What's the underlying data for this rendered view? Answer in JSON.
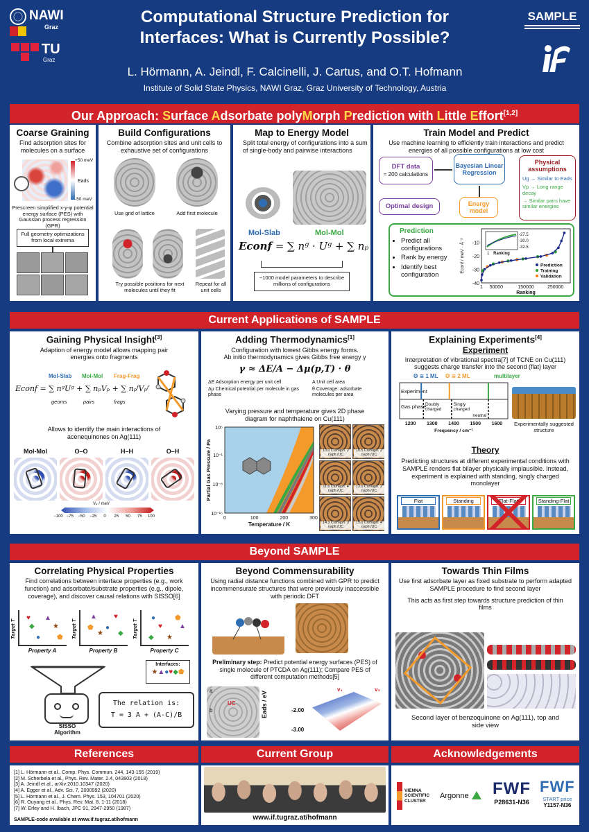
{
  "header": {
    "title": "Computational Structure Prediction for Interfaces: What is Currently Possible?",
    "authors": "L. Hörmann, A. Jeindl, F. Calcinelli, J. Cartus, and O.T. Hofmann",
    "institute": "Institute of Solid State Physics, NAWI Graz, Graz University of Technology, Austria",
    "logo_nawi": "NAWI",
    "logo_nawi_sub": "Graz",
    "logo_tu": "TU",
    "logo_tu_sub": "Graz",
    "logo_sample": "SAMPLE"
  },
  "approach": {
    "band_prefix": "Our Approach: ",
    "band_parts": [
      "S",
      "urface ",
      "A",
      "dsorbate poly",
      "M",
      "orph ",
      "P",
      "rediction with ",
      "L",
      "ittle ",
      "E",
      "ffort"
    ],
    "band_sup": "[1,2]",
    "coarse": {
      "title": "Coarse Graining",
      "text": "Find adsorption sites for molecules on a surface",
      "scale_top": "+50 meV",
      "scale_bottom": "-50 meV",
      "scale_label": "Eads",
      "caption": "Prescreen simplified x-y-φ potential energy surface (PES) with Gaussian process regression (GPR)",
      "box": "Full geometry optimizations from local extrema"
    },
    "build": {
      "title": "Build Configurations",
      "text": "Combine adsorption sites and unit cells to exhaustive set of configurations",
      "cap1": "Use grid of lattice",
      "cap2": "Add first molecule",
      "cap3": "Try possible positions for next molecules until they fit",
      "cap4": "Repeat for all unit cells"
    },
    "map": {
      "title": "Map to Energy Model",
      "text": "Split total energy of configurations into a sum of single-body and pairwise interactions",
      "mol_slab": "Mol-Slab",
      "mol_mol": "Mol-Mol",
      "eq_lhs": "Econf",
      "eq_rhs": "= ∑ nᵍ · Uᵍ + ∑ nₚ · Vₚ",
      "box": "~1000 model parameters to describe millions of configurations"
    },
    "train": {
      "title": "Train Model and Predict",
      "text": "Use machine learning to efficiently train interactions and predict energies of all possible configurations at low cost",
      "dft": "DFT data",
      "dft_sub": "≈ 200 calculations",
      "blr": "Bayesian Linear Regression",
      "phys": "Physical assumptions",
      "phys1": "Ug → Similar to Eads",
      "phys2": "Vp → Long range decay",
      "phys3": "→ Similar pairs have similar energies",
      "optimal": "Optimal design",
      "energy_model": "Energy model",
      "prediction": "Prediction",
      "bullets": [
        "Predict all configurations",
        "Rank by energy",
        "Identify best configuration"
      ]
    }
  },
  "chart_data": {
    "type": "scatter",
    "title": "",
    "xlabel": "Ranking",
    "ylabel": "Econf / meV · Å⁻²",
    "xlim": [
      1,
      300000
    ],
    "ylim": [
      -40,
      0
    ],
    "xticks": [
      "1",
      "50000",
      "150000",
      "250000"
    ],
    "yticks": [
      "-10",
      "-20",
      "-30",
      "-40"
    ],
    "inset_yticks": [
      "-27.5",
      "-30.0",
      "-32.5"
    ],
    "inset_xlabel": "Ranking",
    "inset_xtick": "1",
    "series": [
      {
        "name": "Prediction",
        "color": "#1b2a8a",
        "x": [
          1,
          2000,
          10000,
          30000,
          60000,
          100000,
          150000,
          200000,
          240000,
          260000,
          270000,
          280000
        ],
        "y": [
          -38,
          -34,
          -30,
          -27,
          -25,
          -23.5,
          -22,
          -20.5,
          -18,
          -14,
          -9,
          -3
        ]
      },
      {
        "name": "Training",
        "color": "#2ca02c",
        "x": [
          5000,
          40000,
          90000,
          140000,
          190000,
          250000
        ],
        "y": [
          -31,
          -26,
          -23.8,
          -22.3,
          -20.6,
          -17
        ]
      },
      {
        "name": "Validation",
        "color": "#ff7f0e",
        "x": [
          20000,
          70000,
          120000,
          220000
        ],
        "y": [
          -28,
          -24.5,
          -22.8,
          -19.5
        ]
      }
    ],
    "legend": "bottom-right"
  },
  "applications": {
    "band": "Current Applications of SAMPLE",
    "insight": {
      "title": "Gaining Physical Insight",
      "sup": "[3]",
      "text": "Adaption of energy model allows mapping pair energies onto fragments",
      "lab1": "Mol-Slab",
      "lab2": "Mol-Mol",
      "lab3": "Frag-Frag",
      "eq": "Econf = ∑ nᵍUᵍ + ∑ nₚVₚ + ∑ nₚᶠVₚᶠ",
      "sub1": "geoms",
      "sub2": "pairs",
      "sub3": "frags",
      "text2": "Allows to identify the main interactions of acenequinones on Ag(111)",
      "map_labels": [
        "Mol-Mol",
        "O–O",
        "H–H",
        "O–H"
      ],
      "cbar_label": "Vₚ / meV",
      "cbar_ticks": [
        "−100",
        "−75",
        "−50",
        "−25",
        "0",
        "25",
        "50",
        "75",
        "100"
      ]
    },
    "thermo": {
      "title": "Adding Thermodynamics",
      "sup": "[1]",
      "text1": "Configuration with lowest Gibbs energy forms.",
      "text2": "Ab initio thermodynamics gives Gibbs free energy γ",
      "eq": "γ ≈ ΔE/A − Δμ(p,T) · θ",
      "def1": "ΔE  Adsorption energy per unit cell",
      "def2": "Δμ  Chemical potential per molecule in gas phase",
      "def3": "A  Unit cell area",
      "def4": "θ  Coverage: adsorbate molecules per area",
      "text3": "Varying pressure and temperature gives 2D phase diagram for naphthalene on Cu(111)",
      "ylabel": "Partial Gas Pressure / Pa",
      "xlabel": "Temperature / K",
      "yticks": [
        "10⁵",
        "10⁻¹",
        "10⁻⁸",
        "10⁻¹⁵"
      ],
      "xticks": [
        "0",
        "100",
        "200",
        "300"
      ],
      "cells": [
        "10.0 Cu/naph. 2 naph./UC",
        "10.5 Cu/naph. 2 naph./UC",
        "11.5 Cu/naph. 4 naph./UC",
        "12.0 Cu/naph. 2 naph./UC",
        "14.3 Cu/naph. 3 naph./UC",
        "15.0 Cu/naph. 4 naph./UC"
      ]
    },
    "experiments": {
      "title": "Explaining Experiments",
      "sup": "[4]",
      "sub_exp": "Experiment",
      "text1": "Interpretation of vibrational spectra[7] of TCNE on Cu(111) suggests charge transfer into the second (flat) layer",
      "ml1": "Θ ≅ 1 ML",
      "ml2": "Θ ≅ 2 ML",
      "ml3": "multilayer",
      "row1": "Experiment",
      "row2": "Gas phase",
      "lbl_doubly": "Doubly charged",
      "lbl_singly": "Singly charged",
      "lbl_neutral": "neutral",
      "freq_ticks": [
        "1200",
        "1300",
        "1400",
        "1500",
        "1600"
      ],
      "freq_label": "Frequency / cm⁻¹",
      "suggested": "Experimentally suggested structure",
      "sub_theory": "Theory",
      "text2": "Predicting structures at different experimental conditions with SAMPLE renders flat bilayer physically implausible. Instead, experiment is explained with standing, singly charged monolayer",
      "tags": [
        "Flat",
        "Standing",
        "Flat-Flat",
        "Standing-Flat"
      ]
    }
  },
  "beyond": {
    "band": "Beyond SAMPLE",
    "correlating": {
      "title": "Correlating Physical Properties",
      "text": "Find correlations between interface properties (e.g., work function) and adsorbate/substrate properties (e.g., dipole, coverage), and discover causal relations with SISSO[6]",
      "plots": [
        "Property A",
        "Property B",
        "Property C"
      ],
      "ylabel": "Target T",
      "interfaces": "Interfaces:",
      "relation1": "The relation is:",
      "relation2": "T = 3 A + (A-C)/B",
      "algo": "SISSO Algorithm"
    },
    "commensurability": {
      "title": "Beyond Commensurability",
      "text": "Using radial distance functions combined with GPR to predict incommensurate structures that were previously inaccessible with periodic DFT",
      "prelim_bold": "Preliminary step:",
      "prelim": " Predict potential energy surfaces (PES) of single molecule of PTCDA on Ag(111); Compare PES of different computation methods[5]",
      "pes_ylabel": "Eads / eV",
      "pes_ticks": [
        "-2.00",
        "-3.00"
      ],
      "v1": "v₁",
      "v2": "v₂",
      "uc": "UC",
      "lbl_a": "a",
      "lbl_b": "b"
    },
    "thin": {
      "title": "Towards Thin Films",
      "text1": "Use first adsorbate layer as fixed substrate to perform adapted SAMPLE procedure to find second layer",
      "text2": "This acts as first step towards structure prediction of thin films",
      "caption": "Second layer of benzoquinone on Ag(111), top and side view"
    }
  },
  "footer": {
    "refs_band": "References",
    "refs": [
      "[1] L. Hörmann et al., Comp. Phys. Commun. 244, 143-155 (2019)",
      "[2] M. Scherbela et al., Phys. Rev. Mater. 2.4, 043803 (2018)",
      "[3] A. Jeindl et al., arXiv:2010.10347 (2020)",
      "[4] A. Egger et al., Adv. Sci. 7, 2000992 (2020)",
      "[5] L. Hörmann et al., J. Chem. Phys. 153, 104701 (2020)",
      "[6] R. Ouyang et al., Phys. Rev. Mat. 8, 1-11 (2018)",
      "[7] W. Erley and H. Ibach, JPC 91, 2947-2950 (1987)"
    ],
    "sample_code": "SAMPLE-code available at www.if.tugraz.at/hofmann",
    "group_band": "Current Group",
    "group_url": "www.if.tugraz.at/hofmann",
    "ack_band": "Acknowledgements",
    "vsc": "VIENNA SCIENTIFIC CLUSTER",
    "argonne": "Argonne",
    "fwf1": "FWF",
    "fwf1_code": "P28631-N36",
    "fwf2": "FWF",
    "fwf2_sub": "START price",
    "fwf2_code": "Y1157-N36"
  },
  "colors": {
    "background": "#163b80",
    "band_red": "#d2232a",
    "accent_blue": "#2f6db3",
    "accent_green": "#3aa843",
    "accent_orange": "#f39a2a",
    "accent_purple": "#7b3fa0",
    "accent_darkred": "#9b1b20"
  }
}
